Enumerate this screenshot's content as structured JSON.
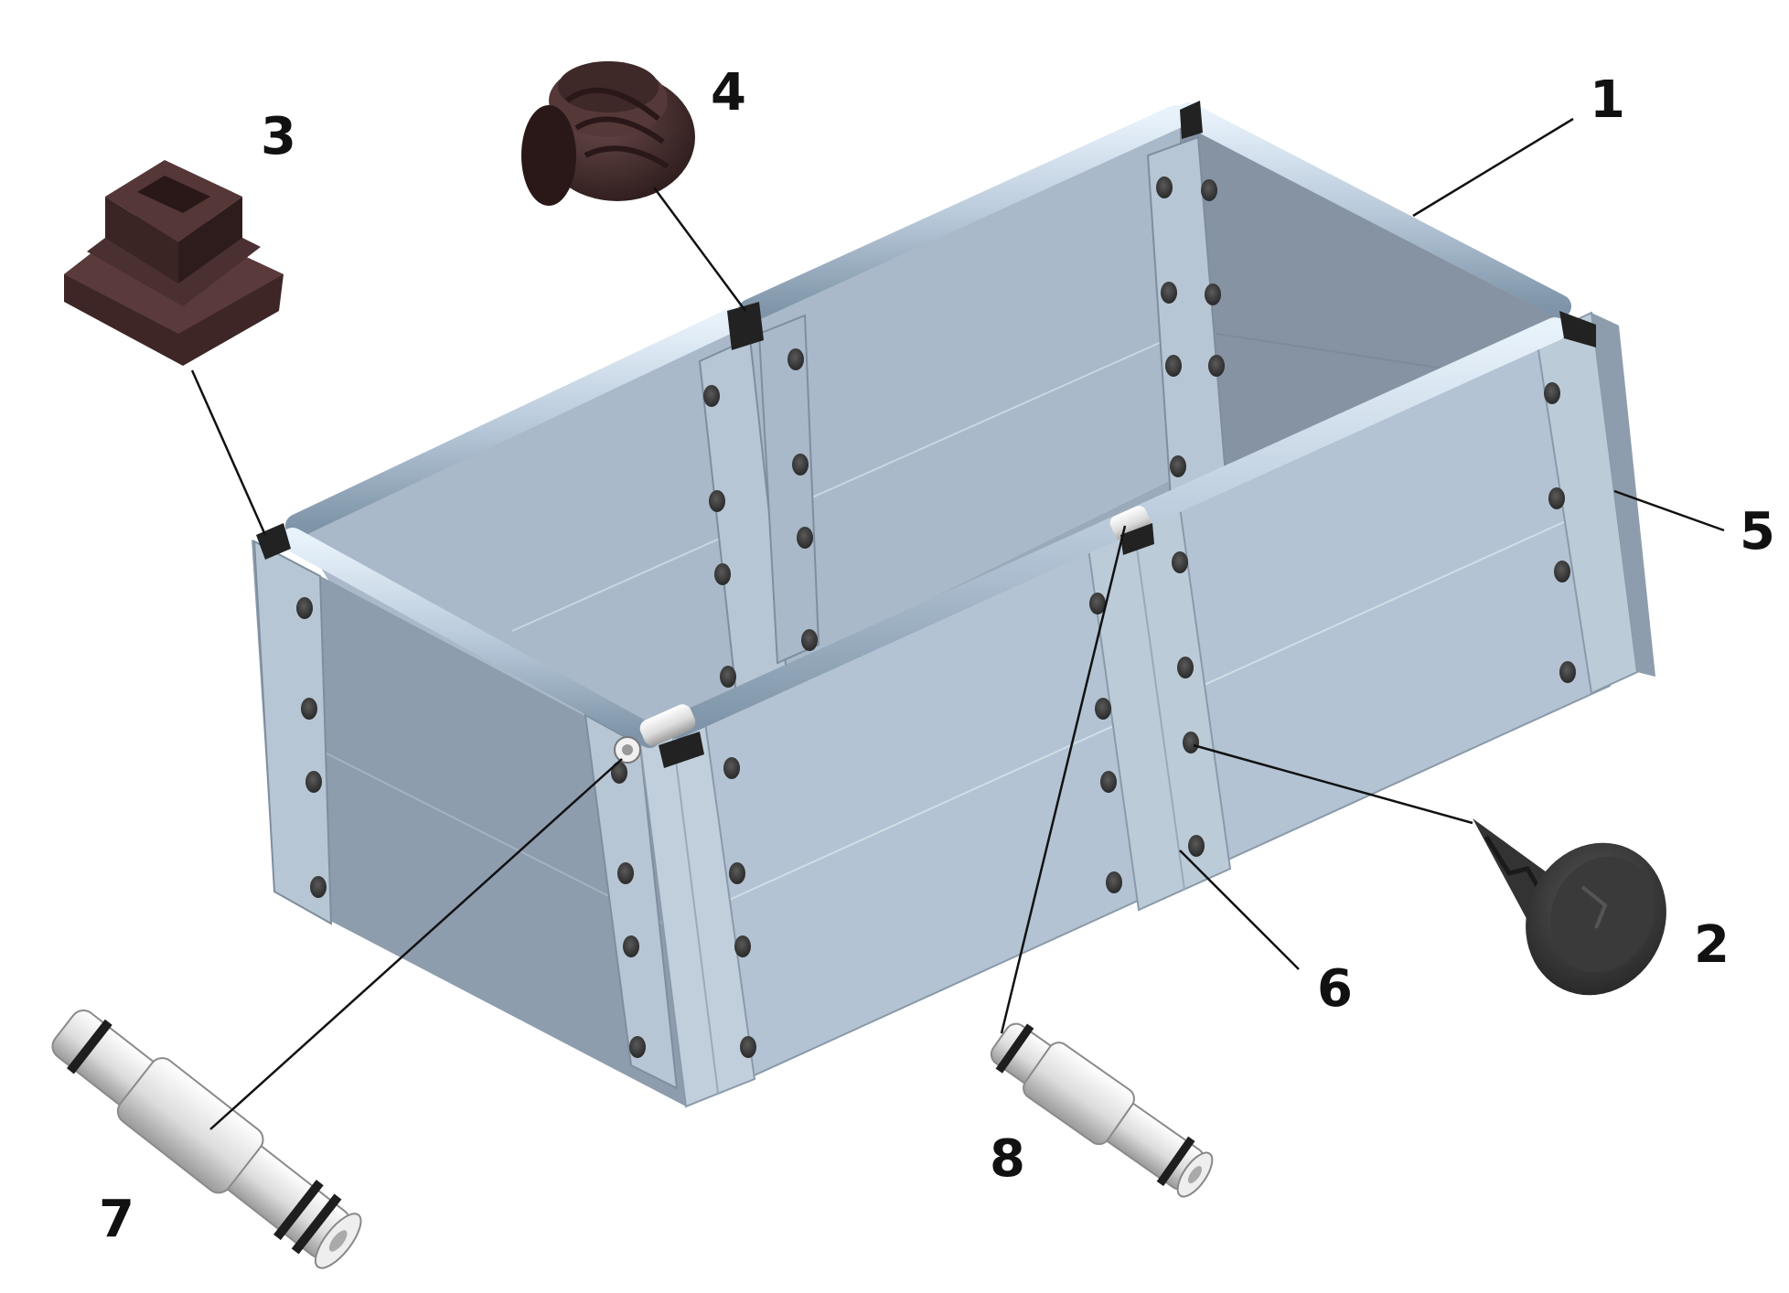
{
  "diagram": {
    "callouts": [
      {
        "id": "c1",
        "label": "1",
        "part": "top-rail-tube"
      },
      {
        "id": "c2",
        "label": "2",
        "part": "push-rivet"
      },
      {
        "id": "c3",
        "label": "3",
        "part": "square-end-cap"
      },
      {
        "id": "c4",
        "label": "4",
        "part": "round-end-plug"
      },
      {
        "id": "c5",
        "label": "5",
        "part": "corner-panel-edge"
      },
      {
        "id": "c6",
        "label": "6",
        "part": "joining-strip"
      },
      {
        "id": "c7",
        "label": "7",
        "part": "long-connector-pin"
      },
      {
        "id": "c8",
        "label": "8",
        "part": "short-connector-pin"
      }
    ],
    "colors": {
      "panel_front": "#b3c3d3",
      "panel_side": "#8d9dad",
      "panel_inner": "#96a6b6",
      "rail": "#c8d8e8",
      "rubber_cap": "#4a3030",
      "rivet": "#3a3a3a",
      "pin": "#e6e6e6",
      "leader": "#111111"
    }
  }
}
